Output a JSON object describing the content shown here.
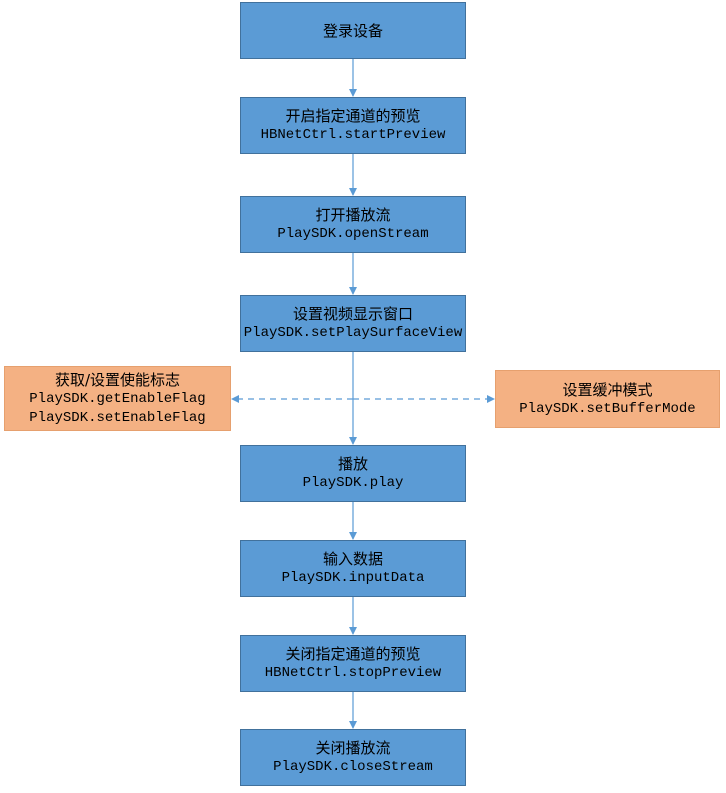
{
  "steps": [
    {
      "title": "登录设备",
      "lines": []
    },
    {
      "title": "开启指定通道的预览",
      "lines": [
        "HBNetCtrl.startPreview"
      ]
    },
    {
      "title": "打开播放流",
      "lines": [
        "PlaySDK.openStream"
      ]
    },
    {
      "title": "设置视频显示窗口",
      "lines": [
        "PlaySDK.setPlaySurfaceView"
      ]
    },
    {
      "title": "播放",
      "lines": [
        "PlaySDK.play"
      ]
    },
    {
      "title": "输入数据",
      "lines": [
        "PlaySDK.inputData"
      ]
    },
    {
      "title": "关闭指定通道的预览",
      "lines": [
        "HBNetCtrl.stopPreview"
      ]
    },
    {
      "title": "关闭播放流",
      "lines": [
        "PlaySDK.closeStream"
      ]
    }
  ],
  "side_left": {
    "title": "获取/设置使能标志",
    "lines": [
      "PlaySDK.getEnableFlag",
      "PlaySDK.setEnableFlag"
    ]
  },
  "side_right": {
    "title": "设置缓冲模式",
    "lines": [
      "PlaySDK.setBufferMode"
    ]
  },
  "colors": {
    "step_fill": "#5b9bd5",
    "side_fill": "#f4b183",
    "connector": "#5b9bd5"
  }
}
